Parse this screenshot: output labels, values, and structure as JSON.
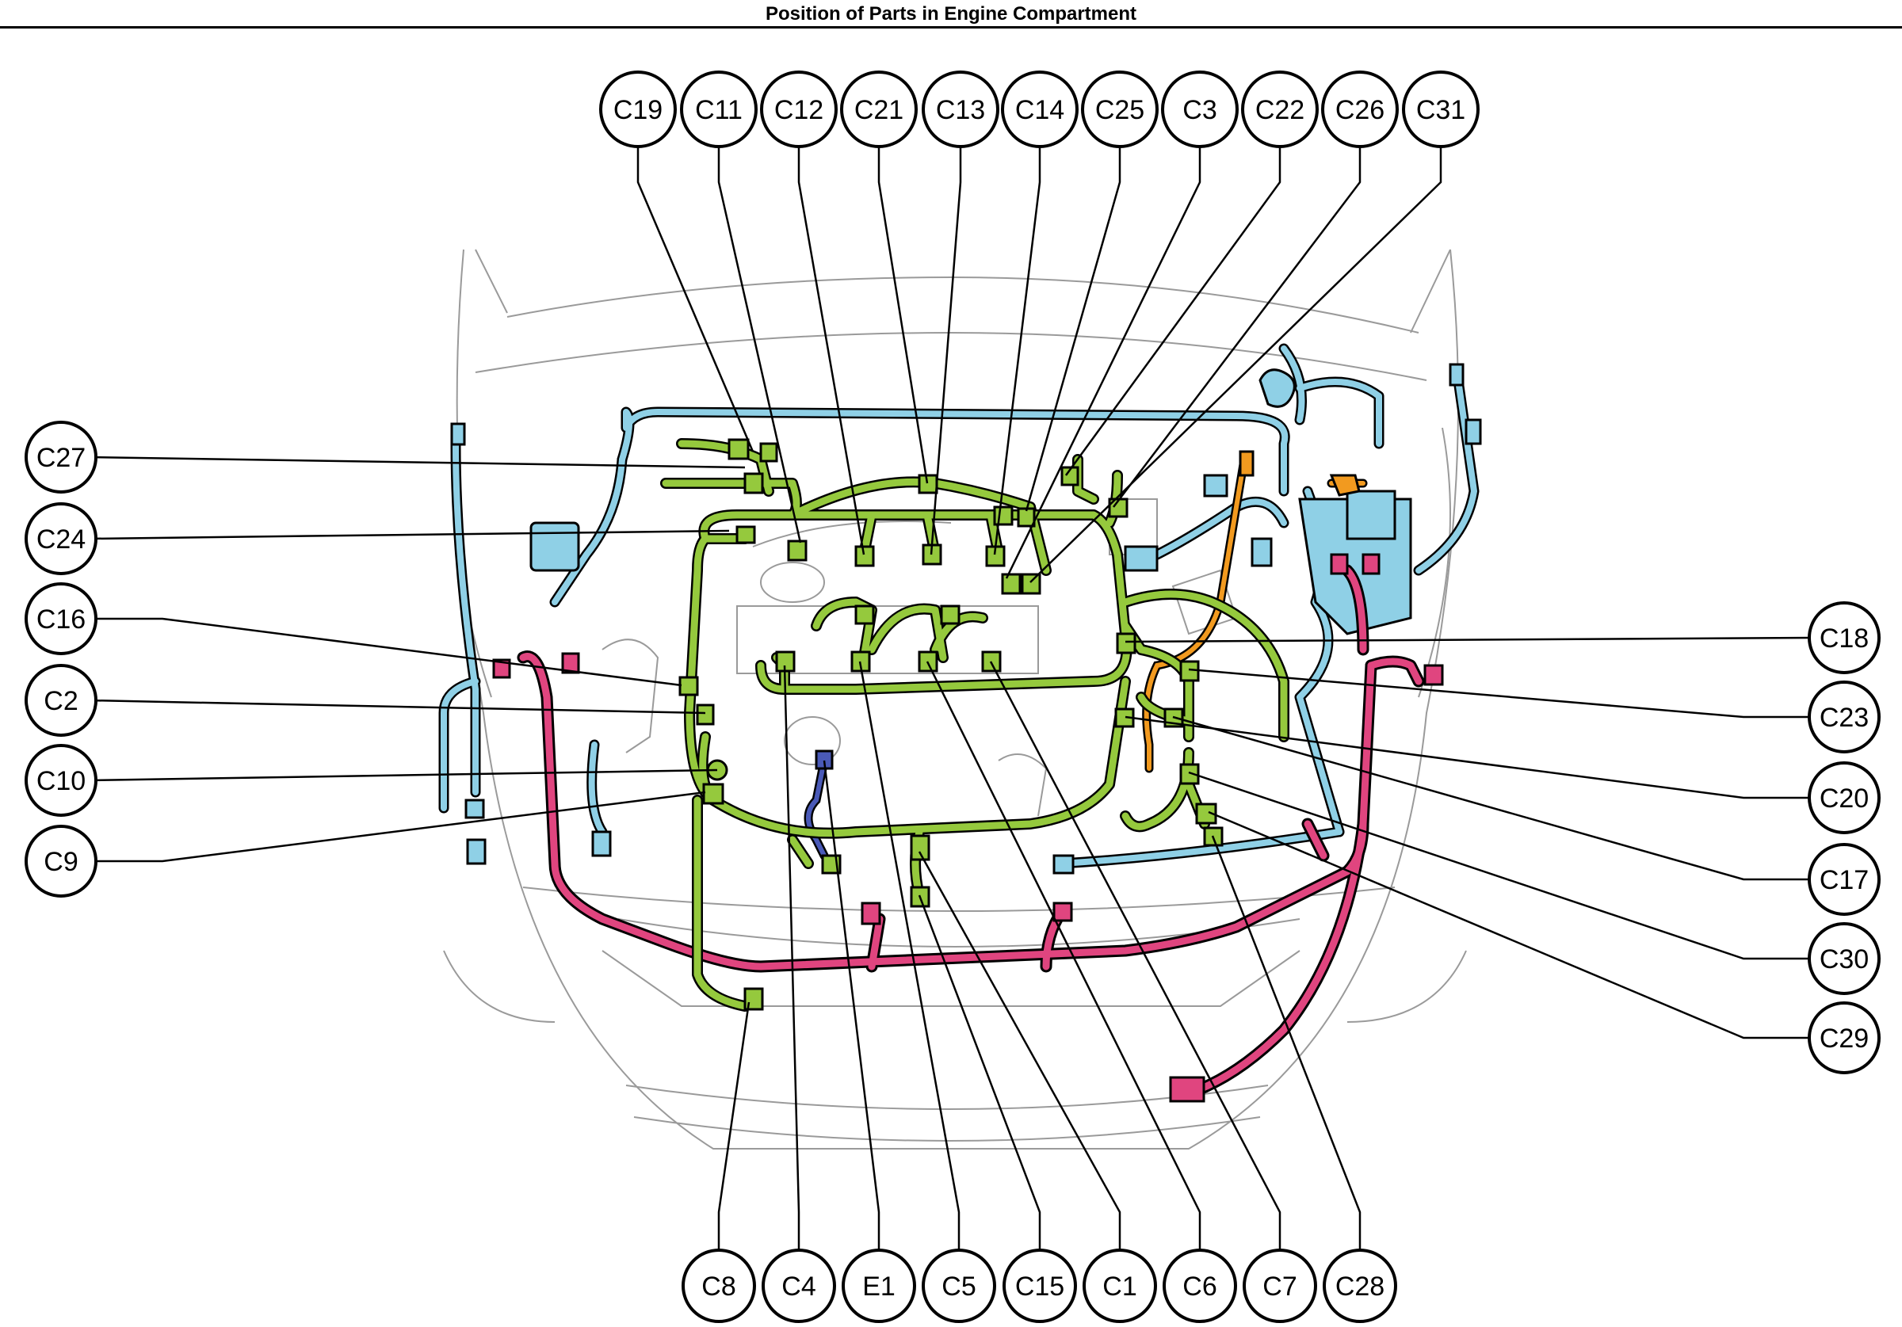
{
  "title": "Position of Parts in Engine Compartment",
  "colors": {
    "harness_green": "#95c93d",
    "harness_blue": "#8fd0e6",
    "harness_pink": "#e0457f",
    "harness_orange": "#f29a1f",
    "harness_navy": "#2e3a8c",
    "outline": "#000000"
  },
  "connectors": [
    {
      "id": "c19",
      "label": "C19"
    },
    {
      "id": "c11",
      "label": "C11"
    },
    {
      "id": "c12",
      "label": "C12"
    },
    {
      "id": "c21",
      "label": "C21"
    },
    {
      "id": "c13",
      "label": "C13"
    },
    {
      "id": "c14",
      "label": "C14"
    },
    {
      "id": "c25",
      "label": "C25"
    },
    {
      "id": "c3",
      "label": "C3"
    },
    {
      "id": "c22",
      "label": "C22"
    },
    {
      "id": "c26",
      "label": "C26"
    },
    {
      "id": "c31",
      "label": "C31"
    },
    {
      "id": "c27",
      "label": "C27"
    },
    {
      "id": "c24",
      "label": "C24"
    },
    {
      "id": "c16",
      "label": "C16"
    },
    {
      "id": "c2",
      "label": "C2"
    },
    {
      "id": "c10",
      "label": "C10"
    },
    {
      "id": "c9",
      "label": "C9"
    },
    {
      "id": "c18",
      "label": "C18"
    },
    {
      "id": "c23",
      "label": "C23"
    },
    {
      "id": "c20",
      "label": "C20"
    },
    {
      "id": "c17",
      "label": "C17"
    },
    {
      "id": "c30",
      "label": "C30"
    },
    {
      "id": "c29",
      "label": "C29"
    },
    {
      "id": "c8",
      "label": "C8"
    },
    {
      "id": "c4",
      "label": "C4"
    },
    {
      "id": "e1",
      "label": "E1"
    },
    {
      "id": "c5",
      "label": "C5"
    },
    {
      "id": "c15",
      "label": "C15"
    },
    {
      "id": "c1",
      "label": "C1"
    },
    {
      "id": "c6",
      "label": "C6"
    },
    {
      "id": "c7",
      "label": "C7"
    },
    {
      "id": "c28",
      "label": "C28"
    }
  ]
}
